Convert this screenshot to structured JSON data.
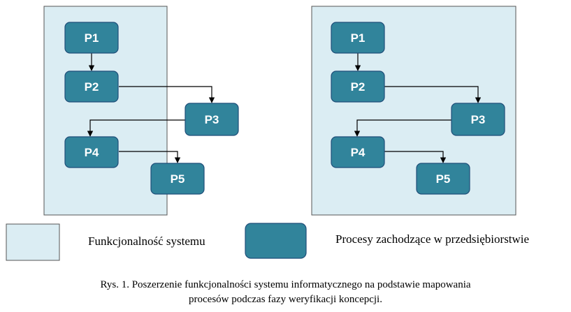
{
  "colors": {
    "system_fill": "#dbedf3",
    "process_fill": "#31849b",
    "process_stroke": "#1f4e79",
    "connector": "#000000"
  },
  "diagrams": [
    {
      "processes": [
        {
          "id": "p1",
          "label": "P1"
        },
        {
          "id": "p2",
          "label": "P2"
        },
        {
          "id": "p3",
          "label": "P3"
        },
        {
          "id": "p4",
          "label": "P4"
        },
        {
          "id": "p5",
          "label": "P5"
        }
      ],
      "flows": [
        [
          "P1",
          "P2"
        ],
        [
          "P2",
          "P3"
        ],
        [
          "P3",
          "P4"
        ],
        [
          "P4",
          "P5"
        ]
      ]
    },
    {
      "processes": [
        {
          "id": "p1",
          "label": "P1"
        },
        {
          "id": "p2",
          "label": "P2"
        },
        {
          "id": "p3",
          "label": "P3"
        },
        {
          "id": "p4",
          "label": "P4"
        },
        {
          "id": "p5",
          "label": "P5"
        }
      ],
      "flows": [
        [
          "P1",
          "P2"
        ],
        [
          "P2",
          "P3"
        ],
        [
          "P3",
          "P4"
        ],
        [
          "P4",
          "P5"
        ]
      ]
    }
  ],
  "legend": {
    "system_label": "Funkcjonalność systemu",
    "process_label": "Procesy zachodzące w przedsiębiorstwie"
  },
  "caption": {
    "line1": "Rys. 1. Poszerzenie funkcjonalności systemu informatycznego na podstawie mapowania",
    "line2": "procesów podczas fazy weryfikacji koncepcji."
  }
}
